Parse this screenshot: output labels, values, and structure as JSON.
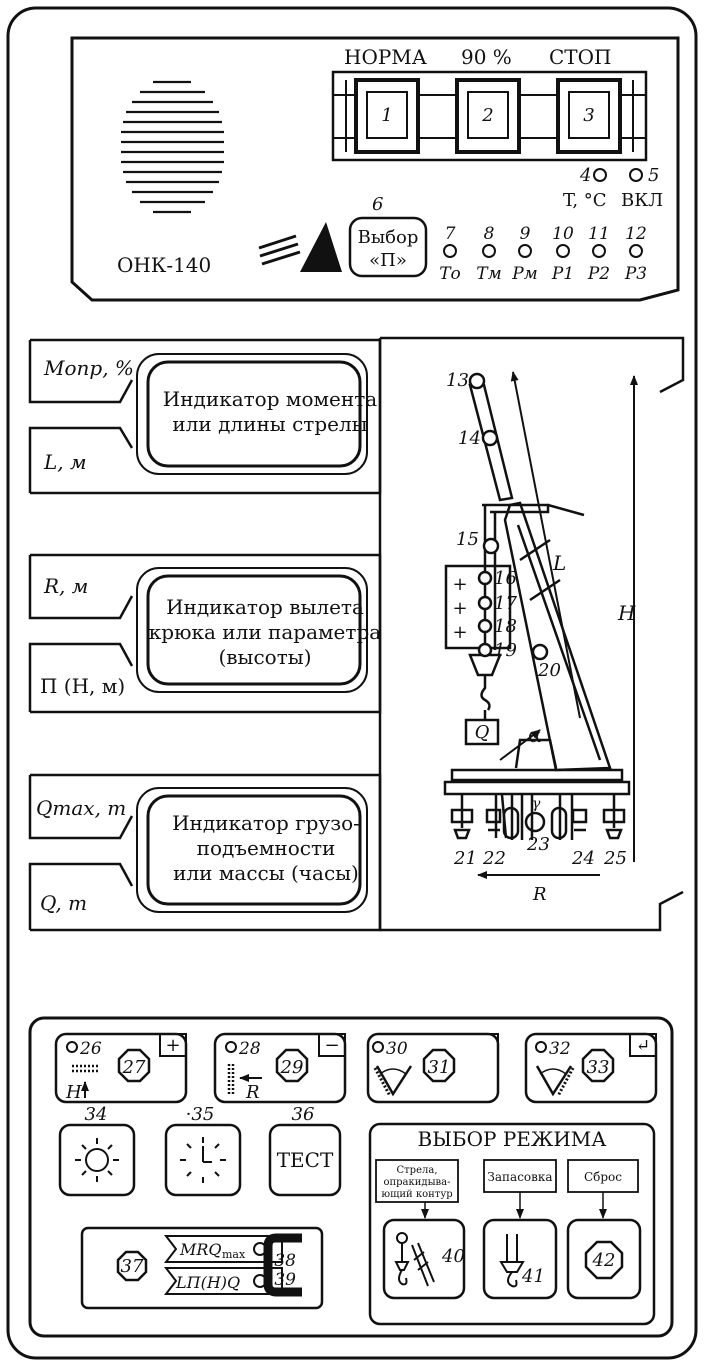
{
  "panel_top": {
    "model": "ОНК-140",
    "status_labels": {
      "norm": "НОРМА",
      "ninety": "90 %",
      "stop": "СТОП"
    },
    "lamp_numbers": [
      "1",
      "2",
      "3"
    ],
    "temp": {
      "num": "4",
      "label": "T, °C"
    },
    "power": {
      "num": "5",
      "label": "ВКЛ"
    },
    "select_button": {
      "num": "6",
      "line1": "Выбор",
      "line2": "«П»"
    },
    "sensors": [
      {
        "num": "7",
        "label": "Tо"
      },
      {
        "num": "8",
        "label": "Tм"
      },
      {
        "num": "9",
        "label": "Pм"
      },
      {
        "num": "10",
        "label": "P1"
      },
      {
        "num": "11",
        "label": "P2"
      },
      {
        "num": "12",
        "label": "P3"
      }
    ]
  },
  "indicators": [
    {
      "top_tab": "Mопр, %",
      "bottom_tab": "L, м",
      "line1": "Индикатор момента",
      "line2": "или длины стрелы",
      "line3": ""
    },
    {
      "top_tab": "R, м",
      "bottom_tab": "П (H, м)",
      "line1": "Индикатор вылета",
      "line2": "крюка или параметра",
      "line3": "(высоты)"
    },
    {
      "top_tab": "Qmax, т",
      "bottom_tab": "Q, т",
      "line1": "Индикатор грузо-",
      "line2": "подъемности",
      "line3": "или массы (часы)"
    }
  ],
  "crane": {
    "points": [
      "13",
      "14",
      "15",
      "16",
      "17",
      "18",
      "19",
      "20",
      "21",
      "22",
      "23",
      "24",
      "25"
    ],
    "labels": {
      "L": "L",
      "H": "H",
      "R": "R",
      "Q": "Q",
      "alpha": "α",
      "gamma": "γ"
    }
  },
  "keypad": {
    "keys": [
      {
        "led": "26",
        "num": "27",
        "corner": "+",
        "sub": "H"
      },
      {
        "led": "28",
        "num": "29",
        "corner": "−",
        "sub": "R"
      },
      {
        "led": "30",
        "num": "31",
        "corner": "",
        "sub": ""
      },
      {
        "led": "32",
        "num": "33",
        "corner": "↵",
        "sub": ""
      }
    ],
    "brightness_num": "34",
    "clock_num": "·35",
    "test": {
      "num": "36",
      "label": "ТЕСТ"
    },
    "mode": {
      "title": "ВЫБОР РЕЖИМА",
      "boom_label_1": "Стрела,",
      "boom_label_2": "опракидыва-",
      "boom_label_3": "ющий контур",
      "reeving_label": "Запасовка",
      "reset_label": "Сброс",
      "nums": [
        "40",
        "41",
        "42"
      ]
    },
    "switch": {
      "num": "37",
      "upper": "MRQ",
      "upper_sub": "max",
      "lower": "LП(H)Q",
      "nums": [
        "38",
        "39"
      ]
    }
  }
}
